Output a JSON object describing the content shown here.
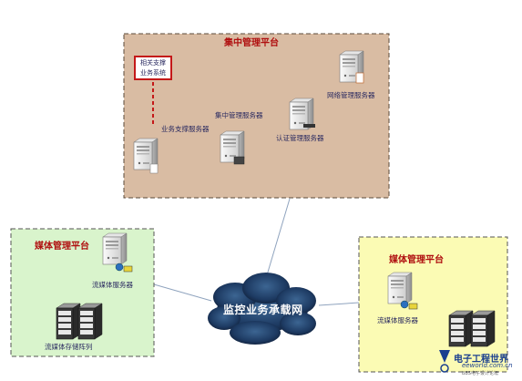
{
  "central_platform": {
    "title": "集中管理平台",
    "support_system": [
      "相关支撑",
      "业务系统"
    ],
    "servers": {
      "business_support": "业务支撑服务器",
      "central_management": "集中管理服务器",
      "auth_management": "认证管理服务器",
      "network_management": "网络管理服务器"
    }
  },
  "media_left": {
    "title": "媒体管理平台",
    "stream_server": "流媒体服务器",
    "storage_array": "流媒体存储阵列"
  },
  "media_right": {
    "title": "媒体管理平台",
    "stream_server": "流媒体服务器"
  },
  "network": {
    "label": "监控业务承载网"
  },
  "watermark": {
    "brand": "电子工程世界",
    "site": "eeworld.com.cn",
    "tagline": "BBS电子设计论坛"
  },
  "colors": {
    "central_fill": "#d9bca3",
    "media_left_fill": "#d9f4cc",
    "media_right_fill": "#fbfbb4",
    "accent_red": "#c41818",
    "cloud": "#1f3c63"
  }
}
